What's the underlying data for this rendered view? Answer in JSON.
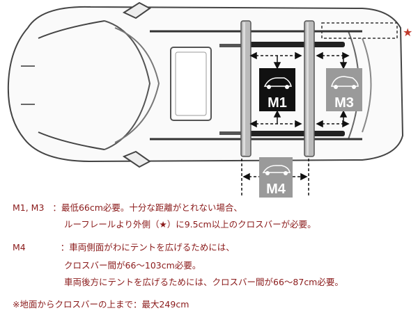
{
  "diagram": {
    "badges": {
      "m1": "M1",
      "m3": "M3",
      "m4": "M4"
    },
    "star": "★",
    "colors": {
      "text": "#8a1a1a",
      "star": "#c0392b",
      "badge_dark": "#111111",
      "badge_gray": "#9a9a9a",
      "outline": "#444444"
    }
  },
  "notes": {
    "m1m3_key": "M1, M3",
    "m1m3_sep": "：",
    "m1m3_line1": "最低66cm必要。十分な距離がとれない場合、",
    "m1m3_line2": "ルーフレールより外側（★）に9.5cm以上のクロスバーが必要。",
    "m4_key": "M4",
    "m4_sep": "：",
    "m4_line1": "車両側面がわにテントを広げるためには、",
    "m4_line2": "クロスバー間が66～103cm必要。",
    "m4_line3": "車両後方にテントを広げるためには、クロスバー間が66～87cm必要。",
    "footnote": "※地面からクロスバーの上まで：最大249cm"
  }
}
